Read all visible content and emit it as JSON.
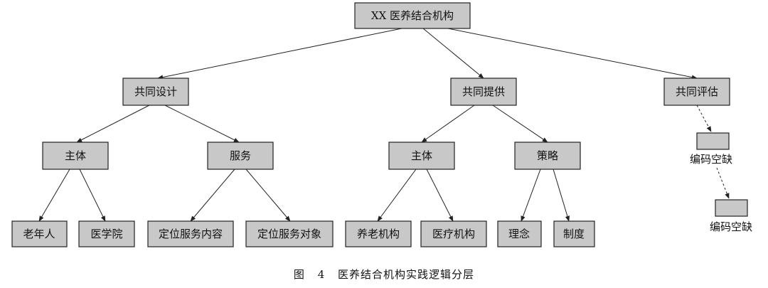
{
  "diagram": {
    "root": "XX 医养结合机构",
    "level1": [
      "共同设计",
      "共同提供",
      "共同评估"
    ],
    "level2": [
      "主体",
      "服务",
      "主体",
      "策略"
    ],
    "level3": [
      "老年人",
      "医学院",
      "定位服务内容",
      "定位服务对象",
      "养老机构",
      "医疗机构",
      "理念",
      "制度"
    ],
    "missing": [
      "编码空缺",
      "编码空缺"
    ]
  },
  "caption": {
    "figure_label": "图",
    "figure_number": "4",
    "text": "医养结合机构实践逻辑分层"
  }
}
